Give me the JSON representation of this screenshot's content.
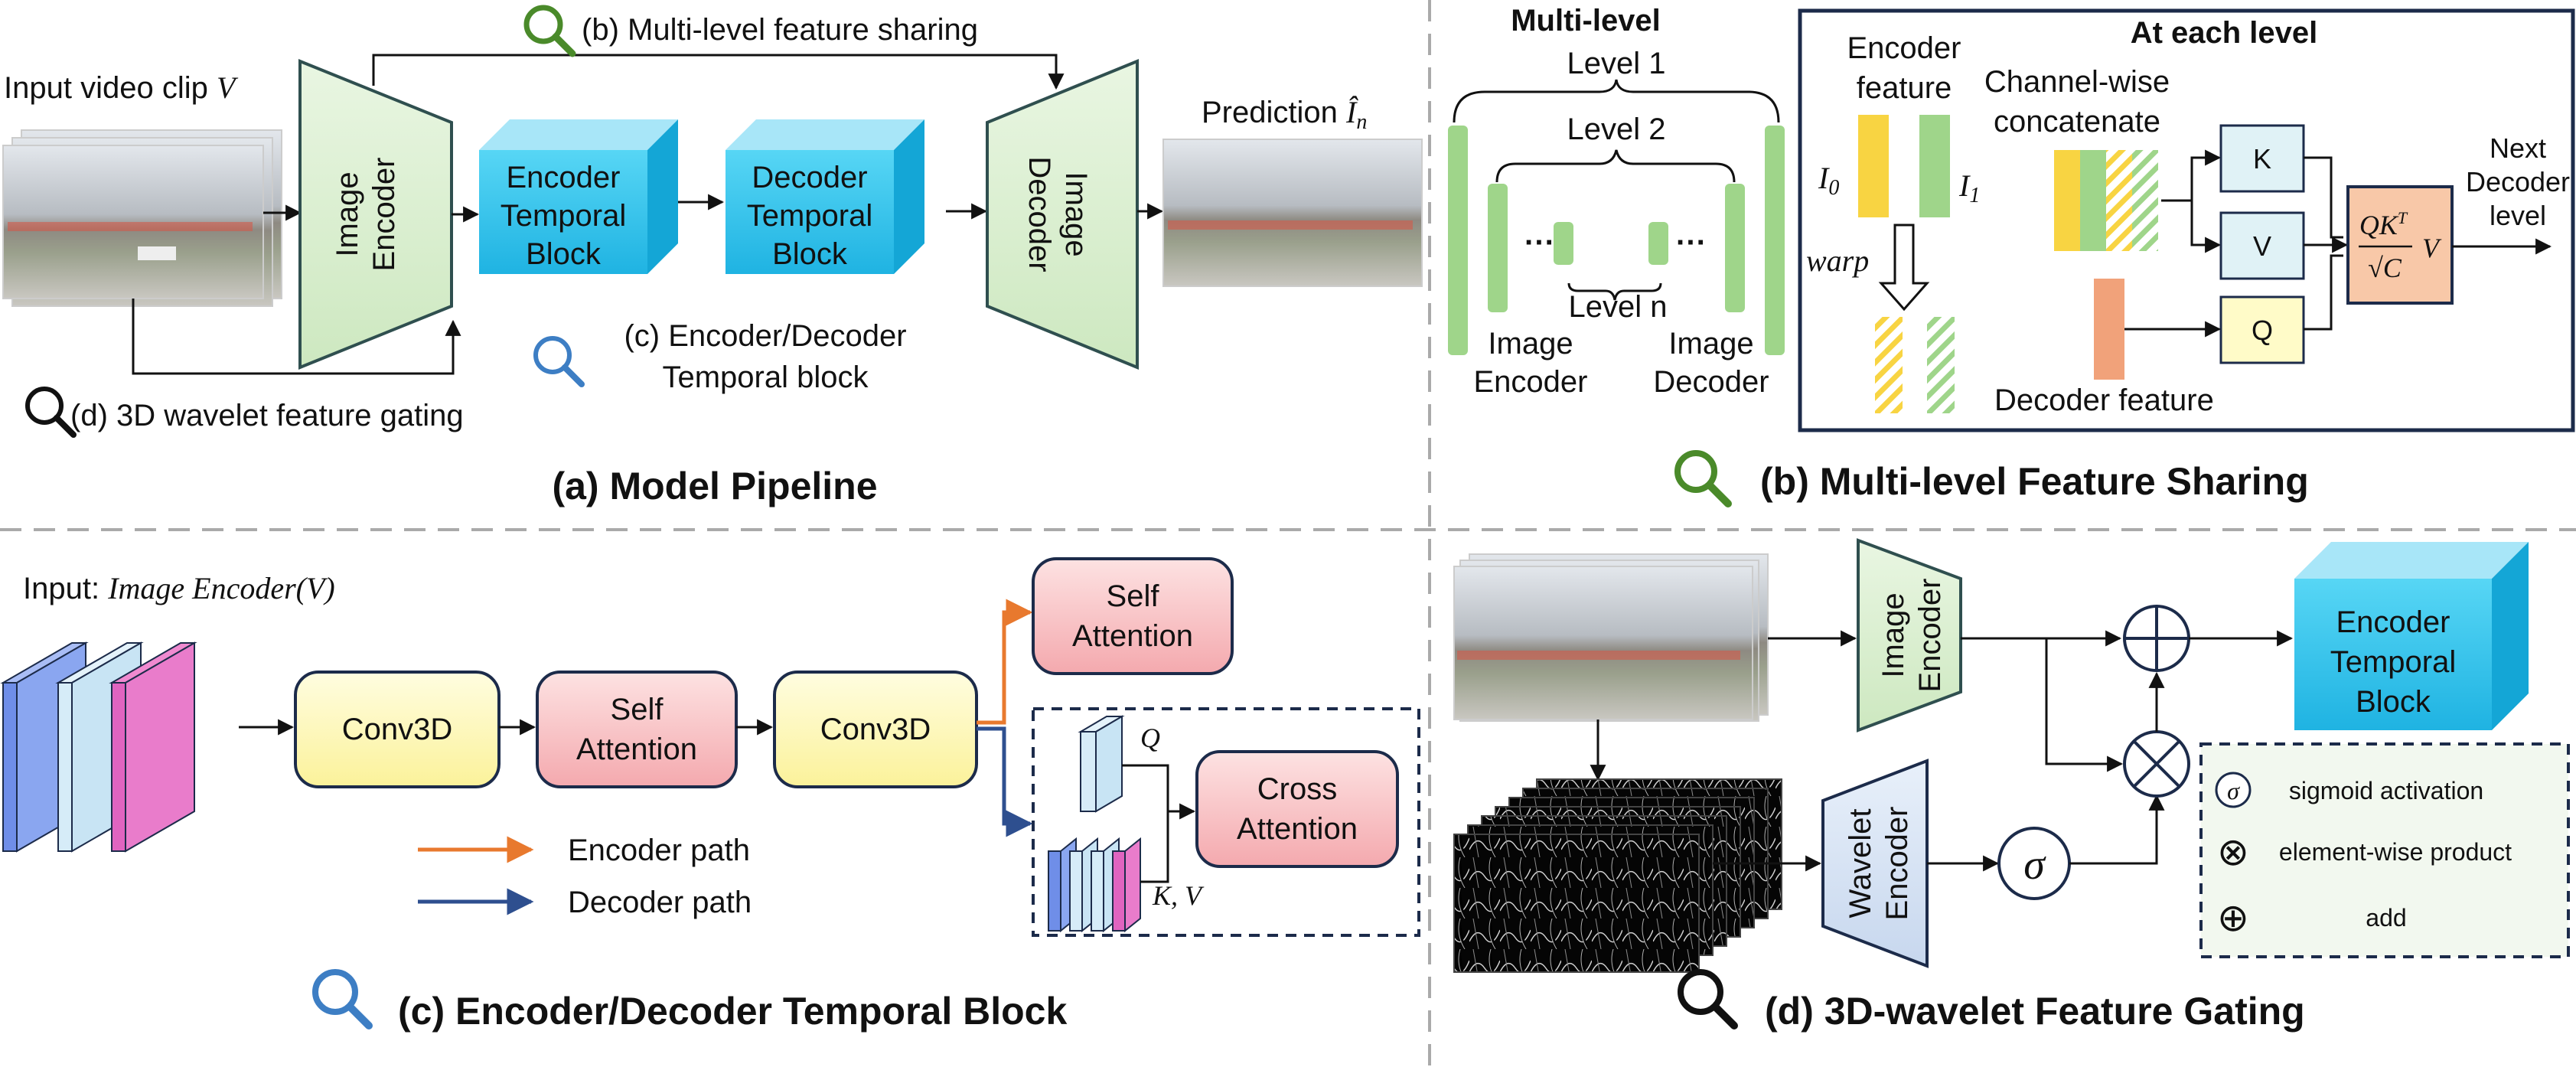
{
  "panel_a": {
    "title": "(a) Model Pipeline",
    "input_label": "Input video clip",
    "input_var": "V",
    "image_encoder": [
      "Image",
      "Encoder"
    ],
    "encoder_temporal_block": [
      "Encoder",
      "Temporal",
      "Block"
    ],
    "decoder_temporal_block": [
      "Decoder",
      "Temporal",
      "Block"
    ],
    "image_decoder": [
      "Image",
      "Decoder"
    ],
    "prediction_label": "Prediction",
    "prediction_var": "Î",
    "prediction_sub": "n",
    "callout_b": "(b) Multi-level feature sharing",
    "callout_c": [
      "(c) Encoder/Decoder",
      "Temporal block"
    ],
    "callout_d": "(d) 3D wavelet feature gating"
  },
  "panel_b": {
    "title": "(b) Multi-level Feature Sharing",
    "multilevel": "Multi-level",
    "level1": "Level 1",
    "level2": "Level 2",
    "leveln": "Level n",
    "dots": "···",
    "image_encoder": [
      "Image",
      "Encoder"
    ],
    "image_decoder": [
      "Image",
      "Decoder"
    ],
    "at_each_level": "At each level",
    "encoder_feature": [
      "Encoder",
      "feature"
    ],
    "i0": "I",
    "i0_sub": "0",
    "i1": "I",
    "i1_sub": "1",
    "warp": "warp",
    "channel_concat": [
      "Channel-wise",
      "concatenate"
    ],
    "k": "K",
    "v": "V",
    "q": "Q",
    "attn_num": "QK",
    "attn_sup": "T",
    "attn_den": "√C",
    "attn_v": "V",
    "next_decoder": [
      "Next",
      "Decoder",
      "level"
    ],
    "decoder_feature": "Decoder feature"
  },
  "panel_c": {
    "title": "(c) Encoder/Decoder Temporal Block",
    "input_prefix": "Input:",
    "input_expr": "Image Encoder(V)",
    "conv3d_1": "Conv3D",
    "self_attention": [
      "Self",
      "Attention"
    ],
    "conv3d_2": "Conv3D",
    "self_attention_top": [
      "Self",
      "Attention"
    ],
    "cross_attention": [
      "Cross",
      "Attention"
    ],
    "q": "Q",
    "kv": "K, V",
    "encoder_path": "Encoder path",
    "decoder_path": "Decoder path"
  },
  "panel_d": {
    "title": "(d) 3D-wavelet Feature Gating",
    "image_encoder": [
      "Image",
      "Encoder"
    ],
    "wavelet_encoder": [
      "Wavelet",
      "Encoder"
    ],
    "sigma": "σ",
    "encoder_temporal_block": [
      "Encoder",
      "Temporal",
      "Block"
    ],
    "legend": [
      {
        "symbol": "σ",
        "label": "sigmoid activation"
      },
      {
        "symbol": "⊗",
        "label": "element-wise product"
      },
      {
        "symbol": "⊕",
        "label": "add"
      }
    ]
  },
  "colors": {
    "green_fill": "#dcefd4",
    "green_stroke": "#2f4f4f",
    "cyan": "#33c6ee",
    "yellow_box": "#fffbc8",
    "pink_box": "#f7c6c8",
    "orange_path": "#e8792e",
    "blue_path": "#2e4f8f",
    "feature_yellow": "#f8d442",
    "feature_green": "#9fd58a",
    "feature_orange": "#f1a27a",
    "magnifier_green": "#4a8a2a",
    "magnifier_blue": "#3d7ec4"
  }
}
